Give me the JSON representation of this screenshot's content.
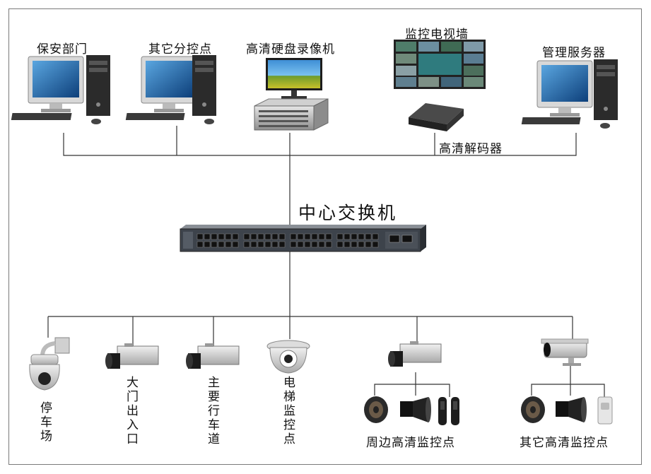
{
  "top_devices": {
    "security_dept": "保安部门",
    "sub_control": "其它分控点",
    "nvr": "高清硬盘录像机",
    "video_wall": "监控电视墙",
    "decoder": "高清解码器",
    "mgmt_server": "管理服务器"
  },
  "center": {
    "switch_label": "中心交换机"
  },
  "bottom_points": {
    "parking": "停车场",
    "gate": "大门出入口",
    "main_road": "主要行车道",
    "elevator": "电梯监控点",
    "perimeter": "周边高清监控点",
    "other": "其它高清监控点"
  },
  "colors": {
    "line": "#333333",
    "frame": "#7a7a7a",
    "text": "#111111"
  },
  "icons": [
    "desktop-pc-icon",
    "monitor-icon",
    "nvr-box-icon",
    "video-wall-icon",
    "decoder-box-icon",
    "network-switch-icon",
    "ptz-dome-camera-icon",
    "box-camera-icon",
    "dome-camera-icon",
    "bullet-camera-icon",
    "speaker-icon",
    "siren-icon",
    "infrared-beam-icon",
    "motion-sensor-icon"
  ]
}
